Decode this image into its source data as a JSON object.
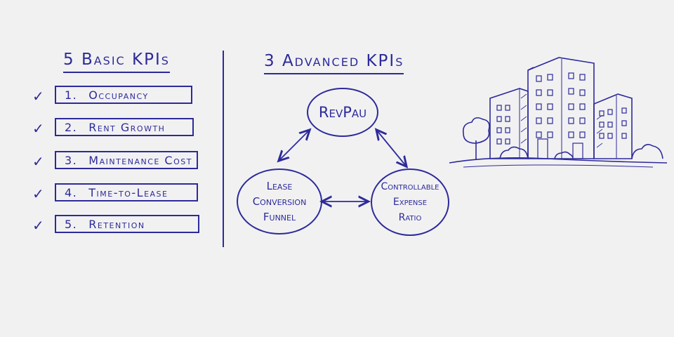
{
  "basic": {
    "title": "5 Basic KPIs",
    "items": [
      {
        "num": "1.",
        "label": "Occupancy"
      },
      {
        "num": "2.",
        "label": "Rent Growth"
      },
      {
        "num": "3.",
        "label": "Maintenance Cost"
      },
      {
        "num": "4.",
        "label": "Time-to-Lease"
      },
      {
        "num": "5.",
        "label": "Retention"
      }
    ],
    "check_glyph": "✓"
  },
  "advanced": {
    "title": "3 Advanced KPIs",
    "nodes": {
      "top": "RevPau",
      "left_lines": [
        "Lease",
        "Conversion",
        "Funnel"
      ],
      "right_lines": [
        "Controllable",
        "Expense",
        "Ratio"
      ]
    }
  },
  "illustration": {
    "icon": "apartment-buildings-sketch"
  },
  "colors": {
    "ink": "#2d2a9a",
    "background": "#f1f1f2"
  }
}
